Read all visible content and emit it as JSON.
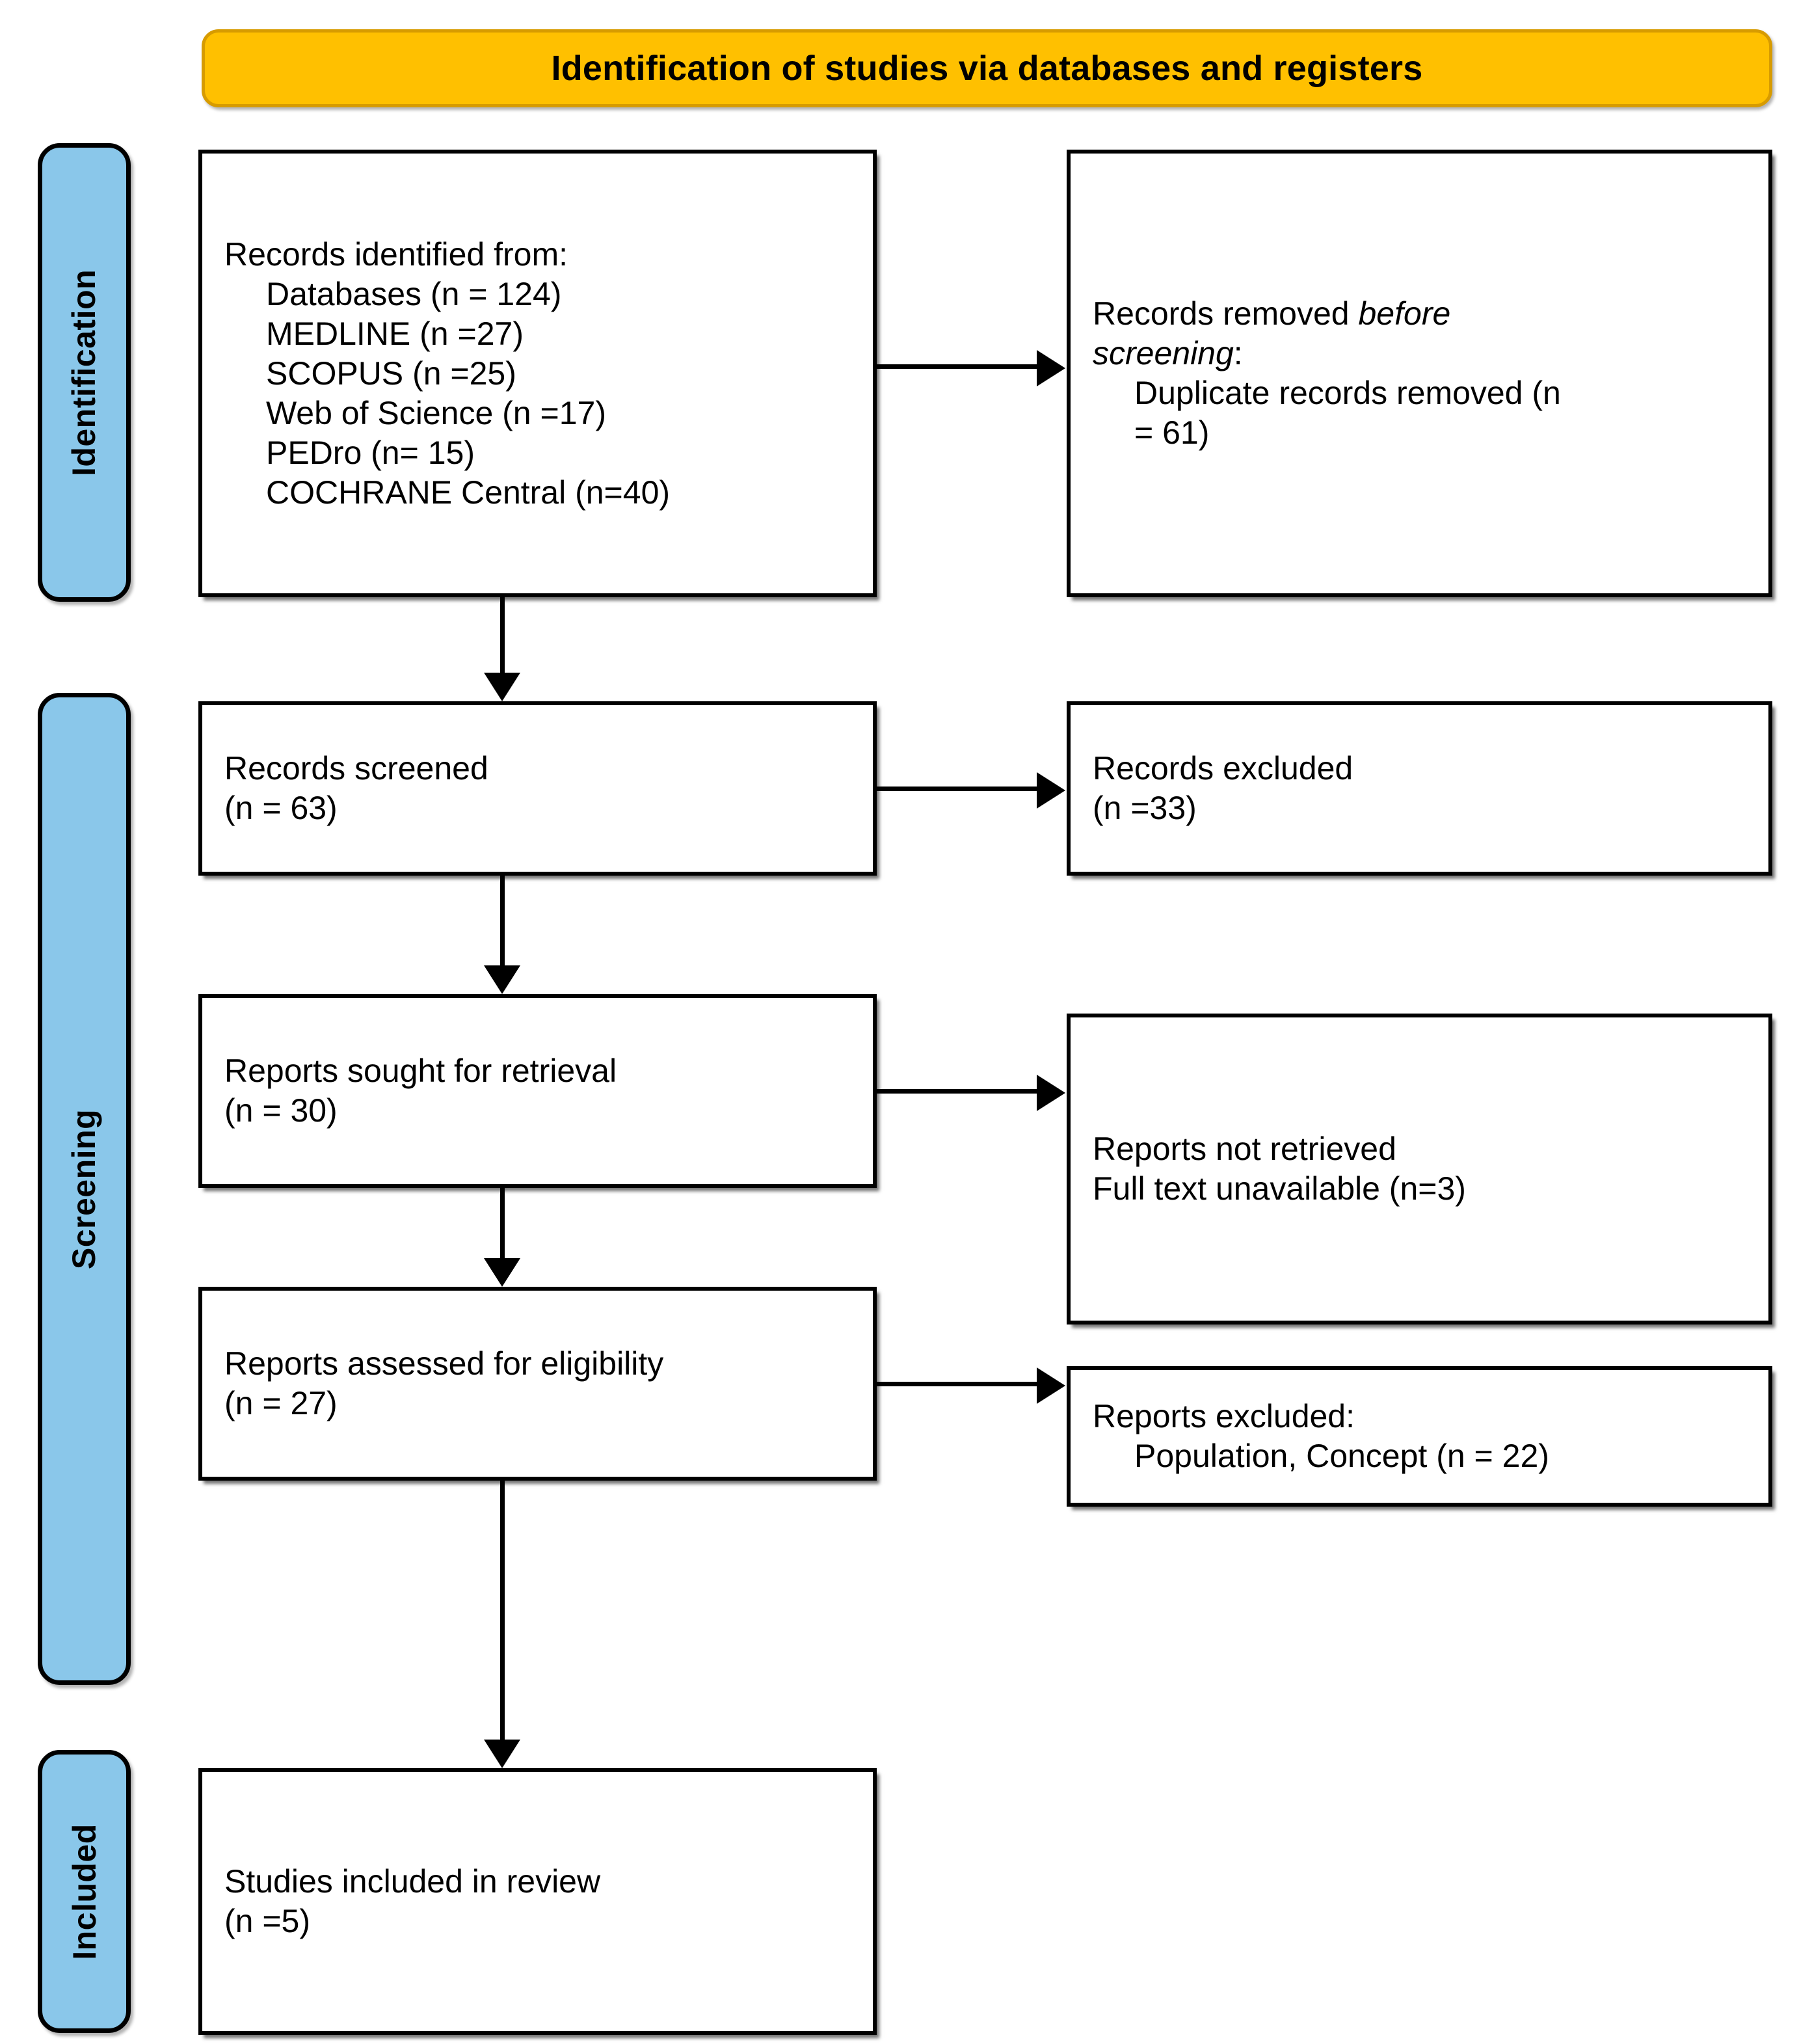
{
  "banner": {
    "title": "Identification of studies via databases and registers"
  },
  "colors": {
    "banner_fill": "#FFC000",
    "banner_border": "#D79B00",
    "stage_tab_fill": "#8AC7EA",
    "box_border": "#000000",
    "box_fill": "#FFFFFF"
  },
  "stages": [
    {
      "label": "Identification"
    },
    {
      "label": "Screening"
    },
    {
      "label": "Included"
    }
  ],
  "boxes": {
    "identified": {
      "lines": [
        "Records identified from:",
        "Databases (n = 124)",
        "MEDLINE (n =27)",
        "SCOPUS (n =25)",
        "Web of Science (n =17)",
        "PEDro (n= 15)",
        "COCHRANE Central (n=40)"
      ]
    },
    "removed": {
      "line1_plain": "Records removed ",
      "line1_italic": "before",
      "line2_italic": "screening",
      "line2_plain": ":",
      "line3": "Duplicate records removed (n",
      "line4": "= 61)"
    },
    "screened": {
      "line1": "Records screened",
      "line2": "(n = 63)"
    },
    "records_excluded": {
      "line1": "Records excluded",
      "line2": "(n =33)"
    },
    "sought": {
      "line1": "Reports sought for retrieval",
      "line2": "(n = 30)"
    },
    "not_retrieved": {
      "line1": "Reports not retrieved",
      "line2": "Full text unavailable (n=3)"
    },
    "assessed": {
      "line1": "Reports assessed for eligibility",
      "line2": "(n = 27)"
    },
    "reports_excluded": {
      "line1": "Reports excluded:",
      "line2": "Population, Concept (n = 22)"
    },
    "included": {
      "line1": "Studies included in review",
      "line2": "(n =5)"
    }
  },
  "chart_data": {
    "type": "diagram",
    "title": "Identification of studies via databases and registers",
    "nodes": [
      {
        "id": "identified",
        "stage": "Identification",
        "column": "left",
        "label": "Records identified from",
        "total": 124,
        "breakdown": {
          "Databases": 124,
          "MEDLINE": 27,
          "SCOPUS": 25,
          "Web of Science": 17,
          "PEDro": 15,
          "COCHRANE Central": 40
        }
      },
      {
        "id": "removed",
        "stage": "Identification",
        "column": "right",
        "label": "Records removed before screening: Duplicate records removed",
        "n": 61
      },
      {
        "id": "screened",
        "stage": "Screening",
        "column": "left",
        "label": "Records screened",
        "n": 63
      },
      {
        "id": "records_excluded",
        "stage": "Screening",
        "column": "right",
        "label": "Records excluded",
        "n": 33
      },
      {
        "id": "sought",
        "stage": "Screening",
        "column": "left",
        "label": "Reports sought for retrieval",
        "n": 30
      },
      {
        "id": "not_retrieved",
        "stage": "Screening",
        "column": "right",
        "label": "Reports not retrieved / Full text unavailable",
        "n": 3
      },
      {
        "id": "assessed",
        "stage": "Screening",
        "column": "left",
        "label": "Reports assessed for eligibility",
        "n": 27
      },
      {
        "id": "reports_excluded",
        "stage": "Screening",
        "column": "right",
        "label": "Reports excluded: Population, Concept",
        "n": 22
      },
      {
        "id": "included",
        "stage": "Included",
        "column": "left",
        "label": "Studies included in review",
        "n": 5
      }
    ],
    "edges": [
      {
        "from": "identified",
        "to": "removed",
        "direction": "right"
      },
      {
        "from": "identified",
        "to": "screened",
        "direction": "down"
      },
      {
        "from": "screened",
        "to": "records_excluded",
        "direction": "right"
      },
      {
        "from": "screened",
        "to": "sought",
        "direction": "down"
      },
      {
        "from": "sought",
        "to": "not_retrieved",
        "direction": "right"
      },
      {
        "from": "sought",
        "to": "assessed",
        "direction": "down"
      },
      {
        "from": "assessed",
        "to": "reports_excluded",
        "direction": "right"
      },
      {
        "from": "assessed",
        "to": "included",
        "direction": "down"
      }
    ]
  }
}
